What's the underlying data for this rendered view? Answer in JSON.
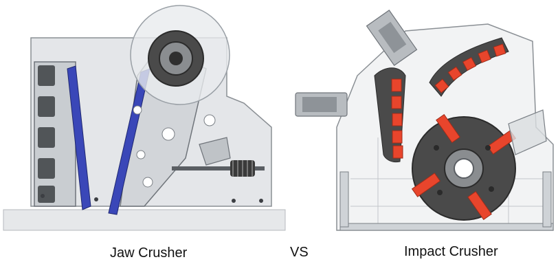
{
  "captions": {
    "jaw": "Jaw Crusher",
    "vs": "VS",
    "impact": "Impact Crusher"
  },
  "illustrations": {
    "jaw": "jaw-crusher-diagram",
    "impact": "impact-crusher-diagram"
  },
  "colors": {
    "jaw_plate": "#3a47b8",
    "hammer": "#e8452c",
    "steel": "#4a4a4a",
    "frame": "#d6d9dc",
    "outline": "#7a7f85"
  }
}
